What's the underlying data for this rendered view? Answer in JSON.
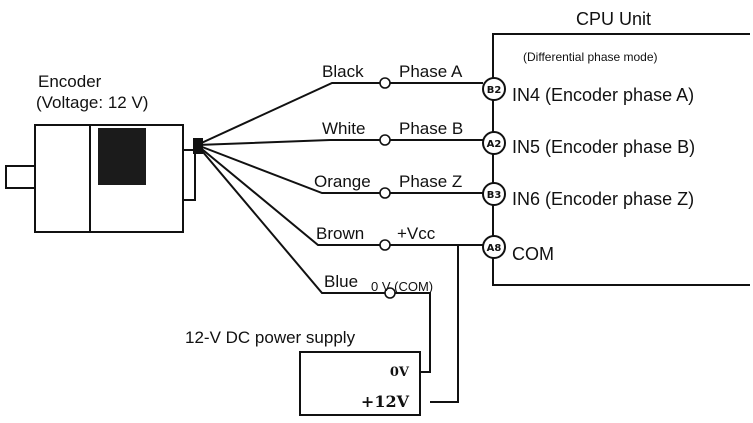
{
  "encoder": {
    "title": "Encoder",
    "voltage": "(Voltage: 12 V)"
  },
  "cpu_unit": {
    "title": "CPU Unit",
    "mode": "(Differential phase mode)",
    "terminals": [
      {
        "id": "B2",
        "name": "IN4 (Encoder phase A)"
      },
      {
        "id": "A2",
        "name": "IN5 (Encoder phase B)"
      },
      {
        "id": "B3",
        "name": "IN6 (Encoder phase Z)"
      },
      {
        "id": "A8",
        "name": "COM"
      }
    ]
  },
  "wires": [
    {
      "color": "Black",
      "signal": "Phase A"
    },
    {
      "color": "White",
      "signal": "Phase B"
    },
    {
      "color": "Orange",
      "signal": "Phase Z"
    },
    {
      "color": "Brown",
      "signal": "+Vcc"
    },
    {
      "color": "Blue",
      "signal": "0 V (COM)"
    }
  ],
  "power_supply": {
    "title": "12-V DC power supply",
    "zero": "0V",
    "plus": "+12V"
  }
}
